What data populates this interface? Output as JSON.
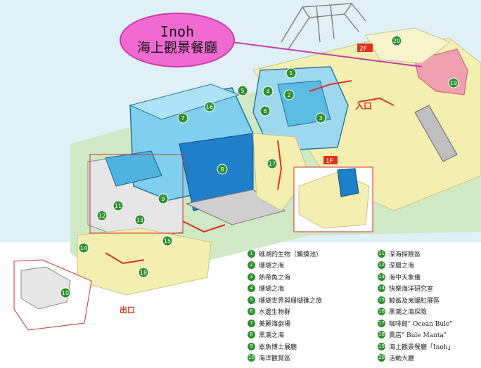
{
  "callout": {
    "line1": "Inoh",
    "line2": "海上觀景餐廳"
  },
  "signs": {
    "entrance": "入口",
    "exit": "出口",
    "floor_2f": "2F",
    "floor_1f": "1F"
  },
  "legend": [
    {
      "num": "1",
      "label": "礁湖的生物（觸摸池）"
    },
    {
      "num": "2",
      "label": "珊瑚之海"
    },
    {
      "num": "3",
      "label": "熱帶魚之海"
    },
    {
      "num": "4",
      "label": "珊瑚之海"
    },
    {
      "num": "5",
      "label": "珊瑚世界與珊瑚礁之旅"
    },
    {
      "num": "6",
      "label": "水邊生物群"
    },
    {
      "num": "7",
      "label": "美麗海劇場"
    },
    {
      "num": "8",
      "label": "黑潮之海"
    },
    {
      "num": "9",
      "label": "鯊魚博士展廳"
    },
    {
      "num": "10",
      "label": "海洋觀賞區"
    },
    {
      "num": "11",
      "label": "深海探險區"
    },
    {
      "num": "12",
      "label": "深層之海"
    },
    {
      "num": "13",
      "label": "海中天象儀"
    },
    {
      "num": "14",
      "label": "快樂海洋研究室"
    },
    {
      "num": "15",
      "label": "鯨鯊及鬼蝠魟展區"
    },
    {
      "num": "16",
      "label": "黑潮之海探險"
    },
    {
      "num": "17",
      "label": "咖啡館\" Ocean  Bule\""
    },
    {
      "num": "18",
      "label": "賣店\" Bule Manta\""
    },
    {
      "num": "19",
      "label": "海上觀景餐廳「Inoh」"
    },
    {
      "num": "20",
      "label": "活動大廳"
    }
  ],
  "map_markers": [
    "1",
    "2",
    "3",
    "4",
    "5",
    "6",
    "7",
    "8",
    "9",
    "10",
    "11",
    "12",
    "13",
    "14",
    "15",
    "16",
    "17",
    "18",
    "19",
    "20"
  ],
  "colors": {
    "sky": "#dff0f6",
    "floor": "#f4efb0",
    "ground": "#cfe9c4",
    "tank_light": "#7fd0f0",
    "tank_deep": "#1f7fc8",
    "wall": "#e6e6e6",
    "marker": "#2f8f2f",
    "arrow": "#e0301e",
    "callout": "#f06ad2",
    "restaurant": "#f0a0b0"
  }
}
